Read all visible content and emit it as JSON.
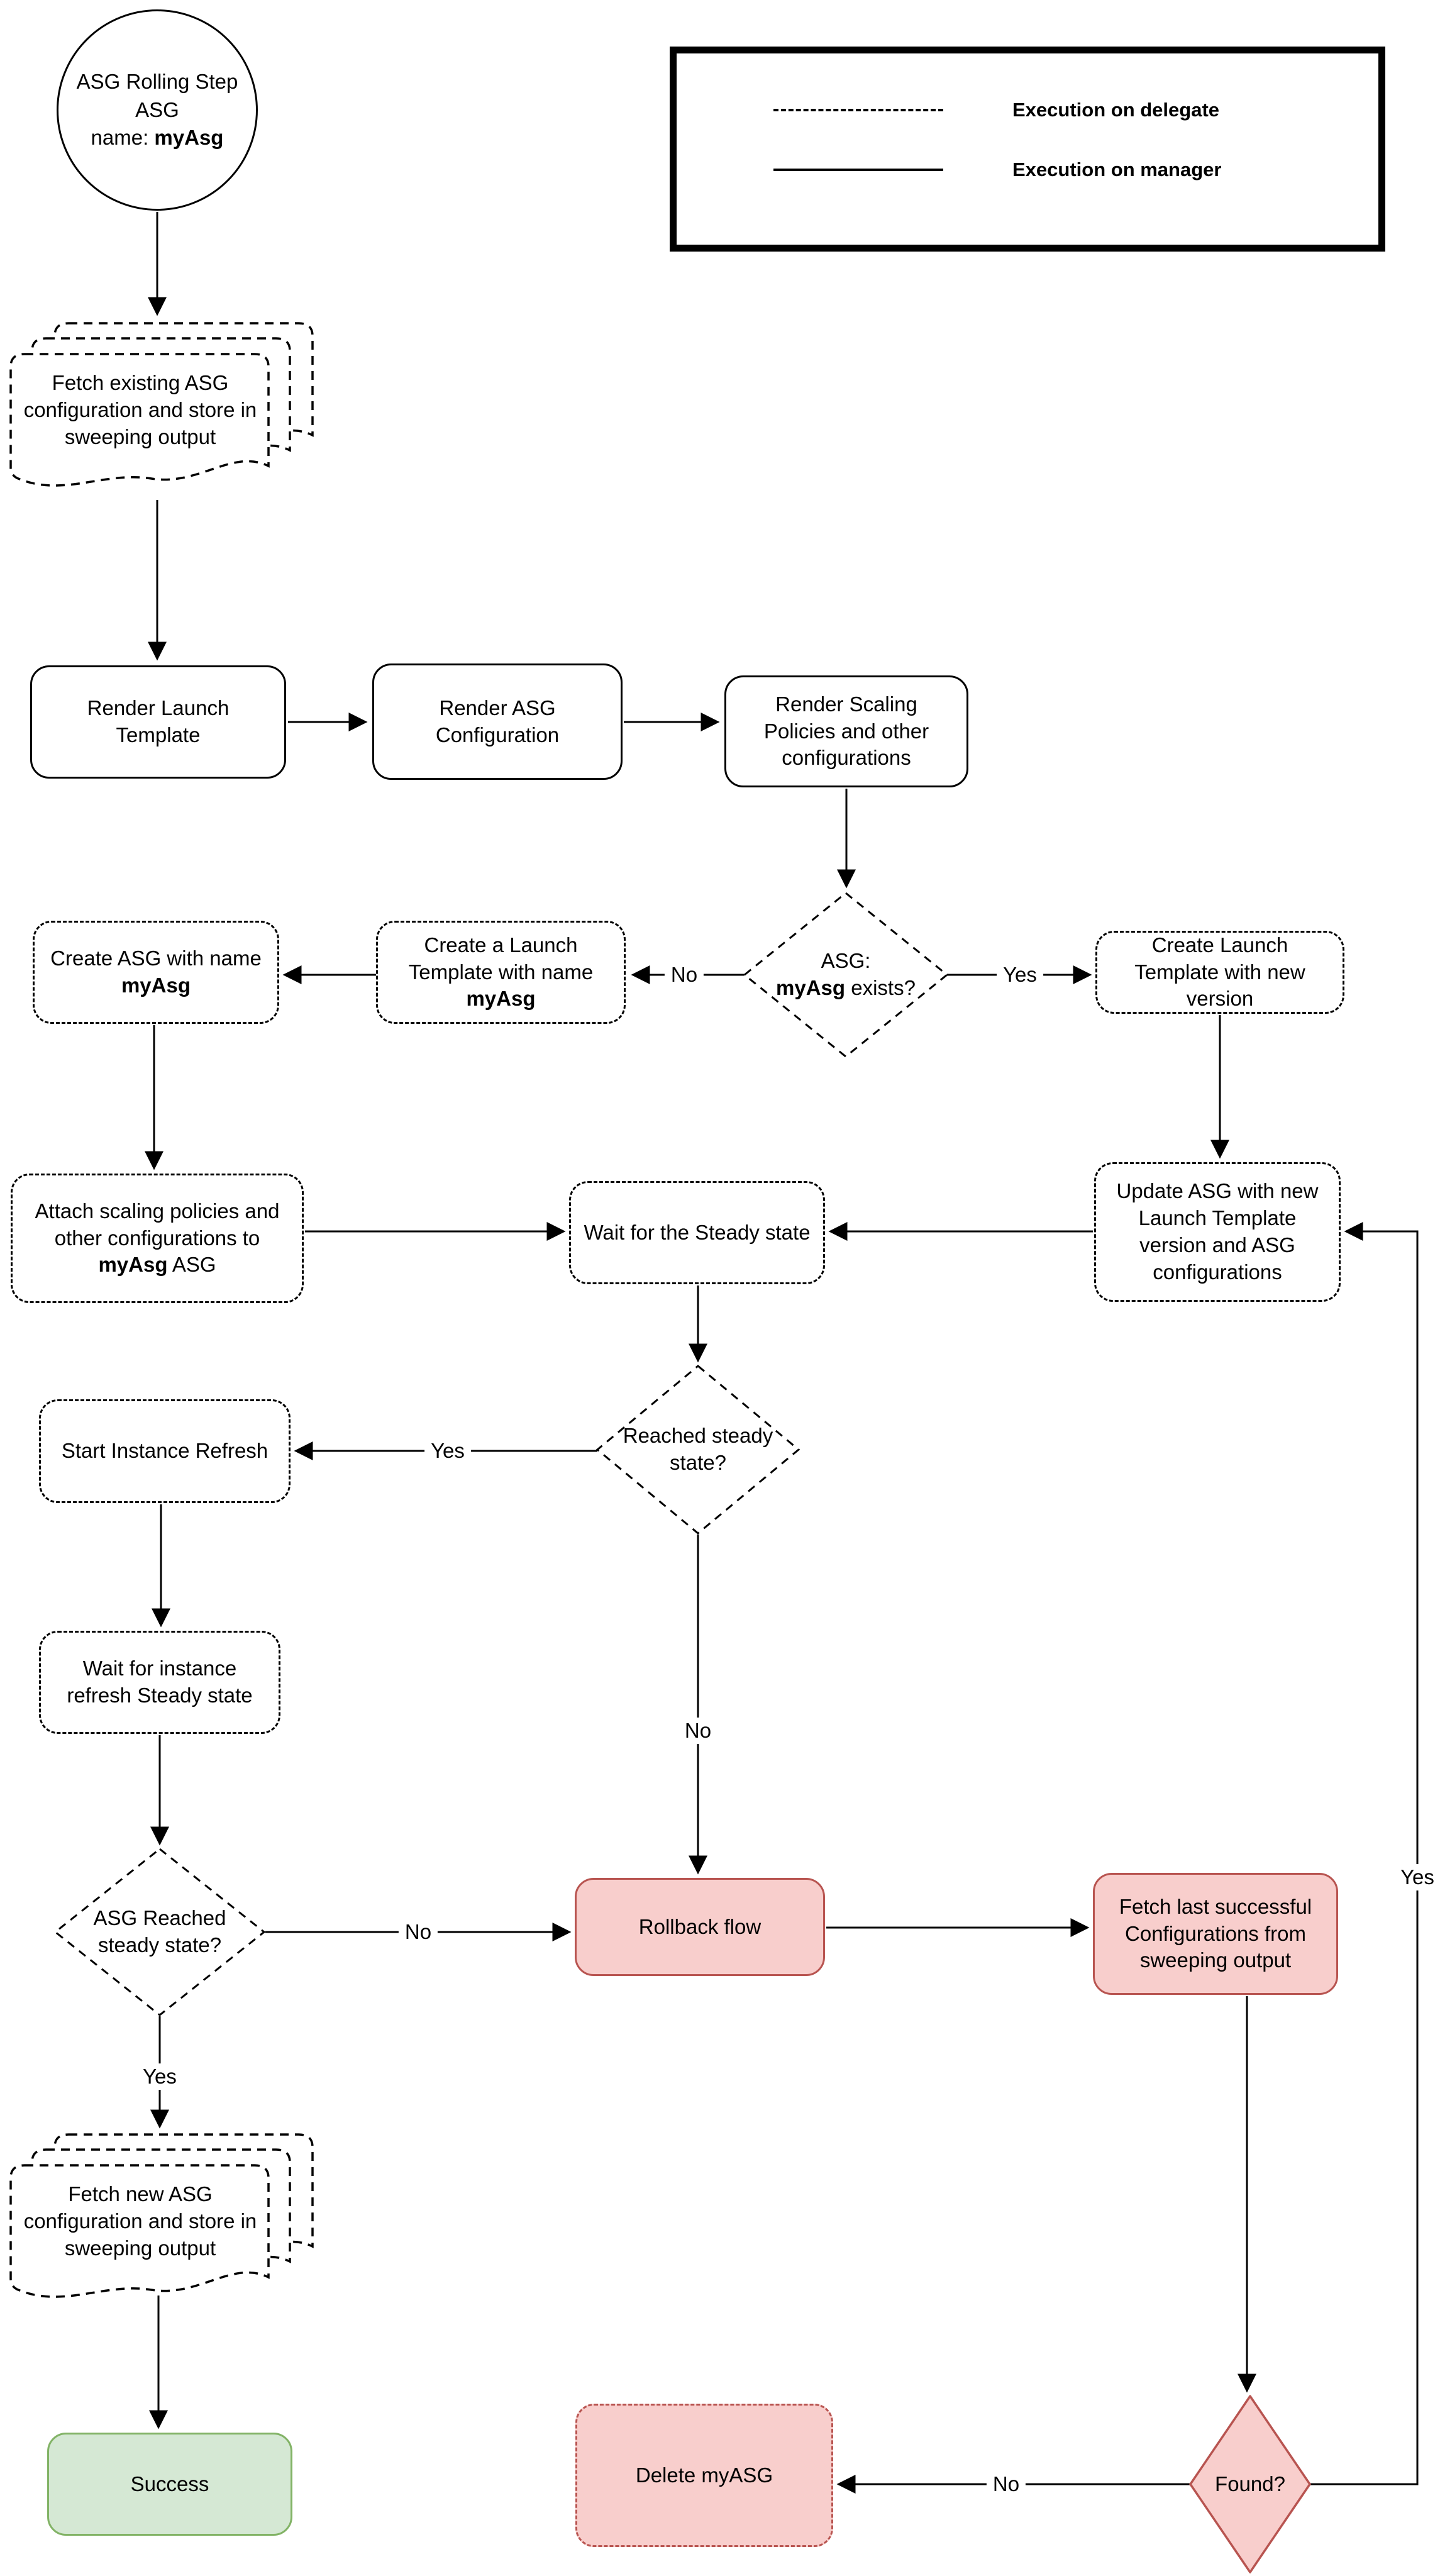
{
  "colors": {
    "stroke": "#000000",
    "danger_fill": "#f8cecc",
    "danger_border": "#b85450",
    "success_fill": "#d5e8d4",
    "success_border": "#82b366"
  },
  "legend": {
    "items": [
      {
        "label": "Execution on delegate",
        "line_style": "dashed"
      },
      {
        "label": "Execution on manager",
        "line_style": "solid"
      }
    ]
  },
  "start": {
    "line1": "ASG Rolling Step",
    "line2": "ASG",
    "line3_pre": "name: ",
    "line3_bold": "myAsg"
  },
  "nodes": {
    "fetch_existing": {
      "text": "Fetch existing ASG configuration and store in sweeping output"
    },
    "render_launch": {
      "text": "Render Launch Template"
    },
    "render_asg": {
      "text": "Render ASG Configuration"
    },
    "render_scaling": {
      "text": "Render Scaling Policies and other configurations"
    },
    "asg_exists": {
      "line1": "ASG:",
      "bold": "myAsg",
      "post": " exists?"
    },
    "create_asg": {
      "pre": "Create ASG with name ",
      "bold": "myAsg"
    },
    "create_lt_named": {
      "pre": "Create a Launch Template with name ",
      "bold": "myAsg"
    },
    "create_lt_new": {
      "text": "Create Launch Template with new version"
    },
    "attach": {
      "pre": "Attach scaling policies and other configurations to ",
      "bold": "myAsg",
      "post": " ASG"
    },
    "wait_steady": {
      "text": "Wait for the Steady state"
    },
    "update_asg": {
      "text": "Update ASG with new Launch Template version and ASG configurations"
    },
    "reached_steady": {
      "text": "Reached steady state?"
    },
    "start_refresh": {
      "text": "Start Instance Refresh"
    },
    "wait_instance": {
      "text": "Wait for instance refresh Steady state"
    },
    "asg_reached": {
      "text": "ASG Reached steady state?"
    },
    "rollback": {
      "text": "Rollback flow"
    },
    "fetch_last": {
      "text": "Fetch last successful Configurations from sweeping output"
    },
    "fetch_new": {
      "text": "Fetch new ASG configuration and store in sweeping output"
    },
    "success": {
      "text": "Success"
    },
    "delete_asg": {
      "text": "Delete myASG"
    },
    "found": {
      "text": "Found?"
    }
  },
  "edge_labels": {
    "asg_exists_no": "No",
    "asg_exists_yes": "Yes",
    "reached_steady_yes": "Yes",
    "reached_steady_no": "No",
    "asg_reached_no": "No",
    "asg_reached_yes": "Yes",
    "found_no": "No",
    "found_yes": "Yes"
  }
}
